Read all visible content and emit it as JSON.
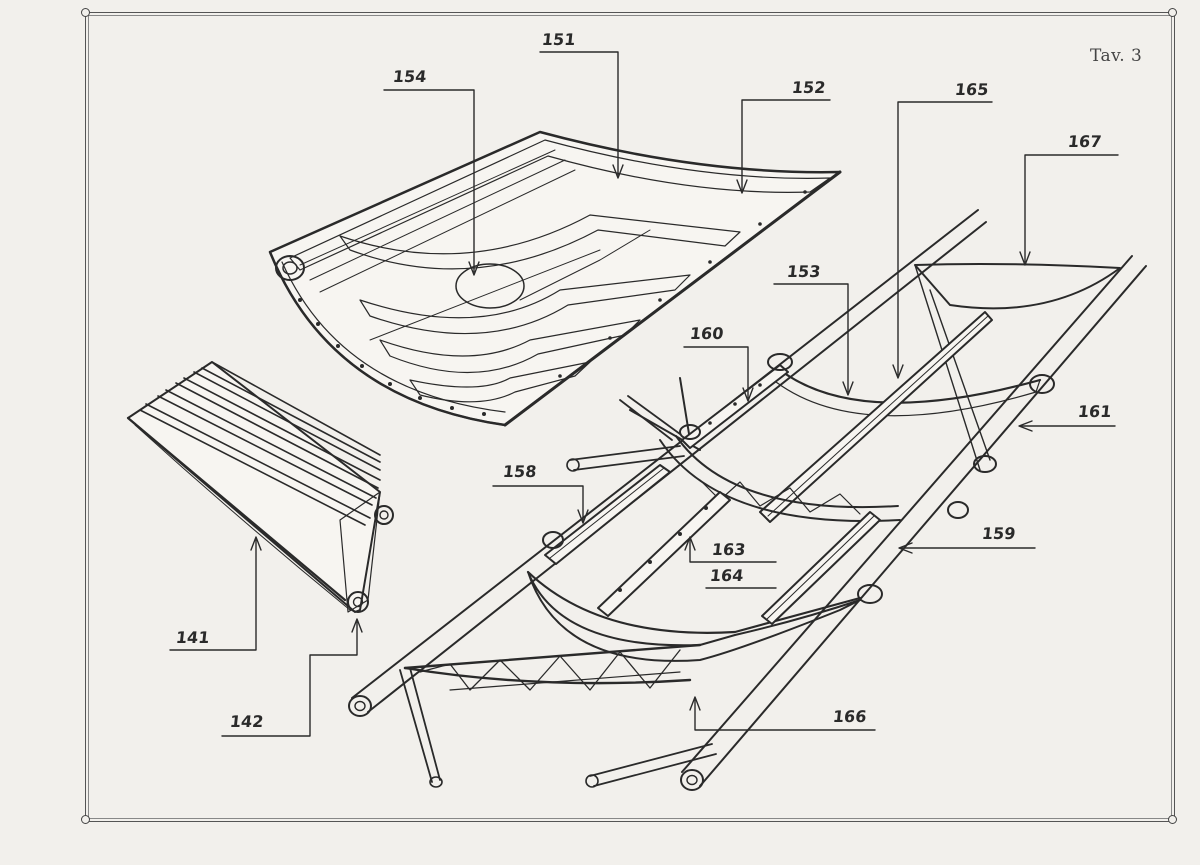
{
  "plate": {
    "label": "Tav. 3"
  },
  "callouts": [
    {
      "id": "151",
      "label": "151"
    },
    {
      "id": "152",
      "label": "152"
    },
    {
      "id": "154",
      "label": "154"
    },
    {
      "id": "165",
      "label": "165"
    },
    {
      "id": "167",
      "label": "167"
    },
    {
      "id": "153",
      "label": "153"
    },
    {
      "id": "160",
      "label": "160"
    },
    {
      "id": "161",
      "label": "161"
    },
    {
      "id": "158",
      "label": "158"
    },
    {
      "id": "159",
      "label": "159"
    },
    {
      "id": "163",
      "label": "163"
    },
    {
      "id": "164",
      "label": "164"
    },
    {
      "id": "141",
      "label": "141"
    },
    {
      "id": "142",
      "label": "142"
    },
    {
      "id": "166",
      "label": "166"
    }
  ]
}
